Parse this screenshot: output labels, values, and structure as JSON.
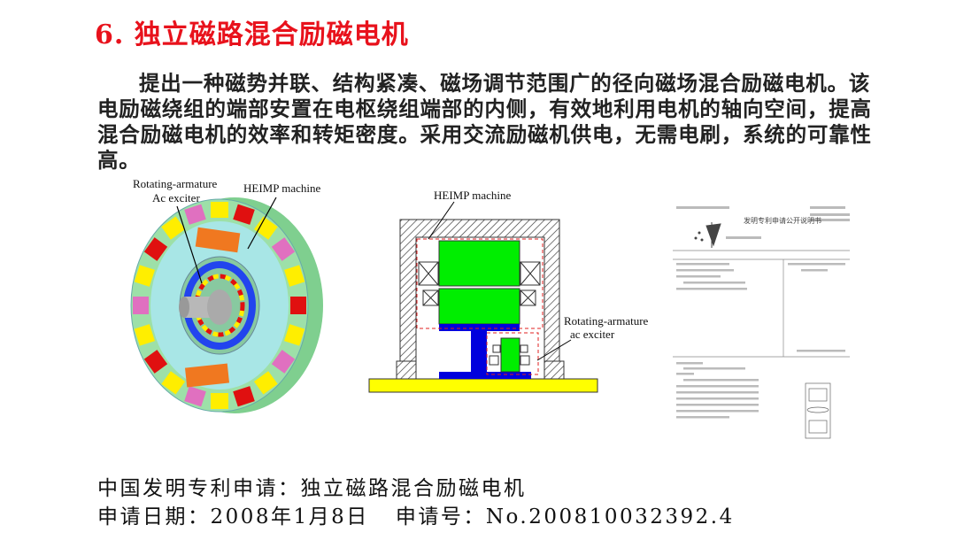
{
  "slide": {
    "title": "6. 独立磁路混合励磁电机",
    "description": "提出一种磁势并联、结构紧凑、磁场调节范围广的径向磁场混合励磁电机。该电励磁绕组的端部安置在电枢绕组端部的内侧，有效地利用电机的轴向空间，提高混合励磁电机的效率和转矩密度。采用交流励磁机供电，无需电刷，系统的可靠性高。"
  },
  "figures": {
    "model_3d": {
      "label_exciter_line1": "Rotating-armature",
      "label_exciter_line2": "Ac exciter",
      "label_machine": "HEIMP machine"
    },
    "cross_section": {
      "label_machine": "HEIMP machine",
      "label_exciter_line1": "Rotating-armature",
      "label_exciter_line2": "ac exciter"
    },
    "patent_document": {
      "heading": "发明专利申请公开说明书"
    }
  },
  "footer": {
    "line1": "中国发明专利申请：独立磁路混合励磁电机",
    "date_label": "申请日期：",
    "date_value": "2008年1月8日",
    "number_label": "申请号：",
    "number_value": "No.200810032392.4"
  },
  "colors": {
    "title": "#e8121c",
    "green": "#00ee00",
    "blue": "#0000dd",
    "yellow": "#ffff00"
  }
}
